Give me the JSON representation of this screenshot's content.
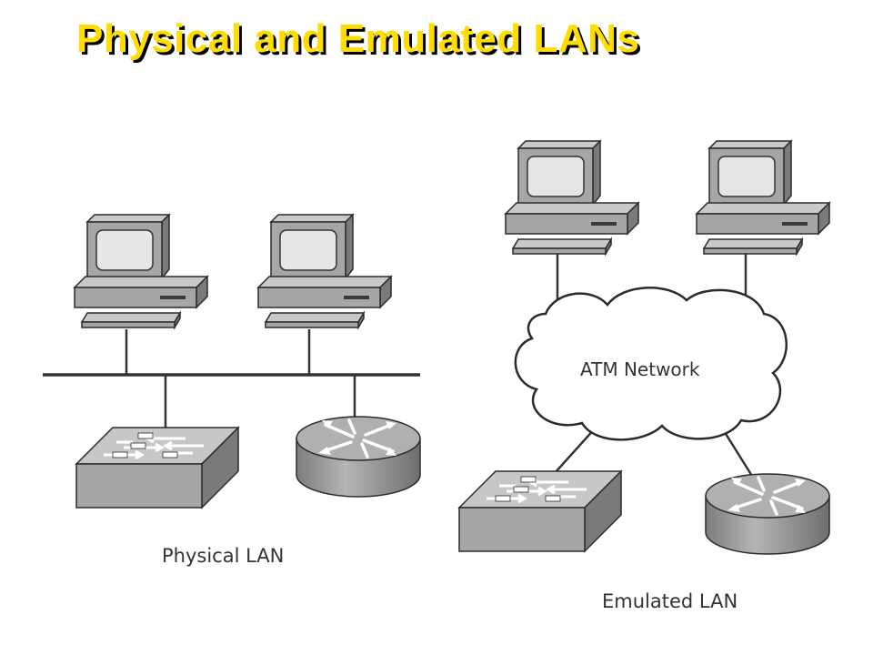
{
  "title": "Physical and Emulated LANs",
  "physical": {
    "label": "Physical LAN",
    "nodes": [
      "pc-icon",
      "pc-icon",
      "switch-icon",
      "router-icon"
    ]
  },
  "emulated": {
    "label": "Emulated LAN",
    "cloud_label": "ATM Network",
    "nodes": [
      "pc-icon",
      "pc-icon",
      "switch-icon",
      "router-icon"
    ]
  },
  "colors": {
    "title": "#ffdd00",
    "title_shadow": "#000000",
    "device_gray": "#a6a6a6",
    "screen": "#e6e6e6",
    "line": "#333333"
  }
}
